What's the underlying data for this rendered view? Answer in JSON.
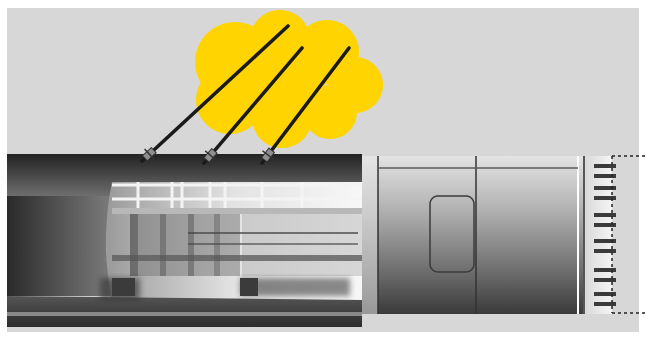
{
  "diagram": {
    "colors": {
      "background": "#ffffff",
      "panel": "#d7d7d7",
      "cloud": "#ffd400",
      "tunnel_dark": "#3a3a3a",
      "tunnel_mid": "#8a8a8a",
      "machine_light": "#bdbdbd",
      "machine_dark": "#2e2e2e",
      "probe_rod": "#1a1a1a",
      "railing": "#f2f2f2"
    },
    "parts": {
      "cloud": "target-zone-cloud",
      "probes": [
        "probe-left",
        "probe-middle",
        "probe-right"
      ],
      "tunnel": "tunnel-lining-section",
      "machine": "tunnel-boring-machine-shield",
      "cutterhead": "cutterhead-with-teeth",
      "excavation_face": "dashed-excavation-boundary"
    }
  }
}
